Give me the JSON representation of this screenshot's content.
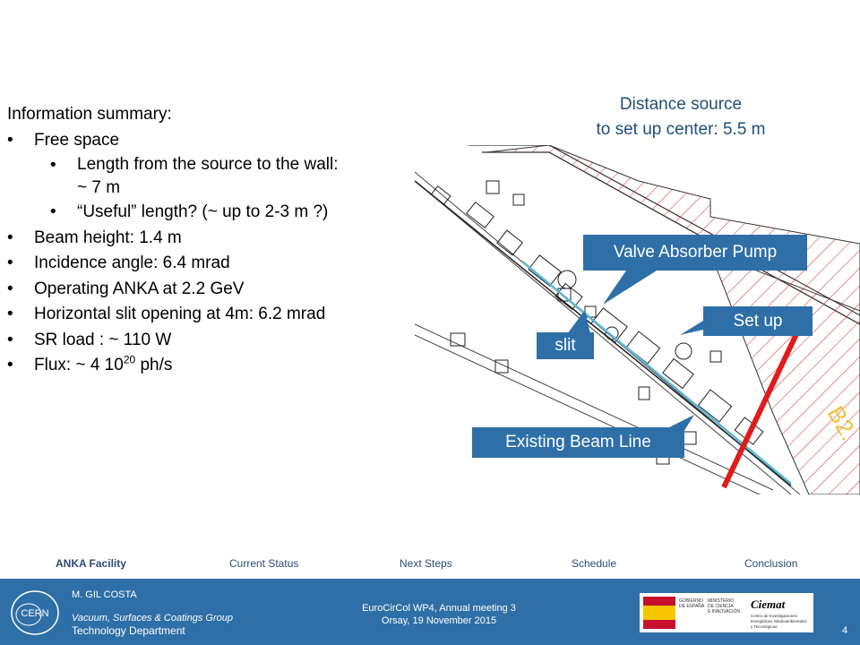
{
  "summary": {
    "title": "Information summary:",
    "free_space": "Free space",
    "length_to_wall_line1": "Length from the source to the wall:",
    "length_to_wall_line2": "~ 7 m",
    "useful_length": "“Useful” length? (~ up to 2-3 m ?)",
    "beam_height": "Beam height: 1.4 m",
    "incidence_angle": "Incidence angle: 6.4 mrad",
    "operating": "Operating ANKA at 2.2 GeV",
    "slit_opening": "Horizontal slit opening at 4m: 6.2 mrad",
    "sr_load": "SR load :  ~ 110 W",
    "flux_prefix": "Flux: ~ 4 10",
    "flux_exponent": "20",
    "flux_suffix": " ph/s"
  },
  "distance": {
    "line1": "Distance source",
    "line2": "to set up center: 5.5 m"
  },
  "callouts": {
    "valve": "Valve Absorber Pump",
    "setup": "Set up",
    "slit": "slit",
    "existing": "Existing Beam Line"
  },
  "diagram": {
    "room_label": "B2."
  },
  "nav": {
    "items": [
      "ANKA Facility",
      "Current Status",
      "Next Steps",
      "Schedule",
      "Conclusion"
    ]
  },
  "footer": {
    "author": "M. GIL COSTA",
    "group": "Vacuum, Surfaces & Coatings Group",
    "department": "Technology Department",
    "event_line1": "EuroCirCol WP4, Annual meeting 3",
    "event_line2": "Orsay, 19 November 2015",
    "page_number": "4",
    "cern_logo_text": "CERN",
    "ministry_text": [
      "GOBIERNO",
      "DE ESPAÑA",
      "MINISTERIO",
      "DE CIENCIA",
      "E INNOVACIÓN"
    ],
    "ciemat_text": "Ciemat",
    "ciemat_sub": [
      "Centro de Investigaciones",
      "Energéticas, Medioambientales",
      "y Tecnológicas"
    ]
  },
  "colors": {
    "callout_blue": "#2f6fa7",
    "footer_blue": "#2f6fa7",
    "distance_text": "#1f4e79",
    "hatch_red": "#d9262a",
    "wall_red": "#e01b1b",
    "beam_cyan": "#5bb8d8"
  }
}
